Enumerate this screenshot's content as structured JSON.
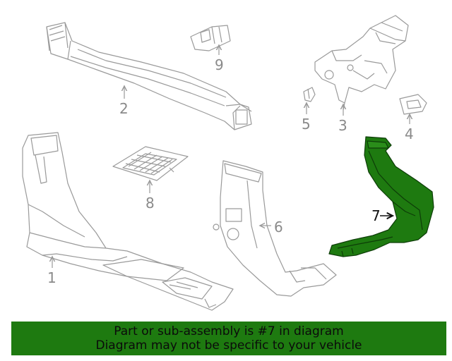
{
  "callouts": {
    "p1": "1",
    "p2": "2",
    "p3": "3",
    "p4": "4",
    "p5": "5",
    "p6": "6",
    "p7": "7",
    "p8": "8",
    "p9": "9"
  },
  "highlight_part": "7",
  "colors": {
    "line": "#9a9a9a",
    "highlight_fill": "#1e7a10",
    "highlight_stroke": "#0d3d08",
    "banner_bg": "#1e7a10",
    "banner_text": "#0b0b0b"
  },
  "banner": {
    "line1": "Part or sub-assembly is #7 in diagram",
    "line2": "Diagram may not be specific to your vehicle"
  }
}
